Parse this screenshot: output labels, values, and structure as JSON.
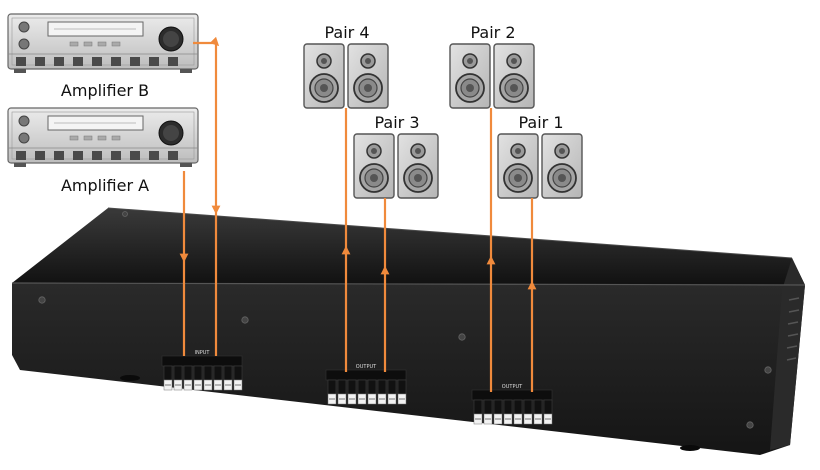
{
  "amplifiers": {
    "b": {
      "label": "Amplifier B"
    },
    "a": {
      "label": "Amplifier A"
    }
  },
  "speaker_pairs": {
    "p4": {
      "label": "Pair 4"
    },
    "p3": {
      "label": "Pair 3"
    },
    "p2": {
      "label": "Pair 2"
    },
    "p1": {
      "label": "Pair 1"
    }
  },
  "connectors": {
    "input_label": "INPUT",
    "output_label": "OUTPUT"
  },
  "colors": {
    "wire": "#f08a3c",
    "chassis": "#1a1a1a",
    "amp_body": "#d8d8d8",
    "speaker_body": "#cfcfcf"
  }
}
